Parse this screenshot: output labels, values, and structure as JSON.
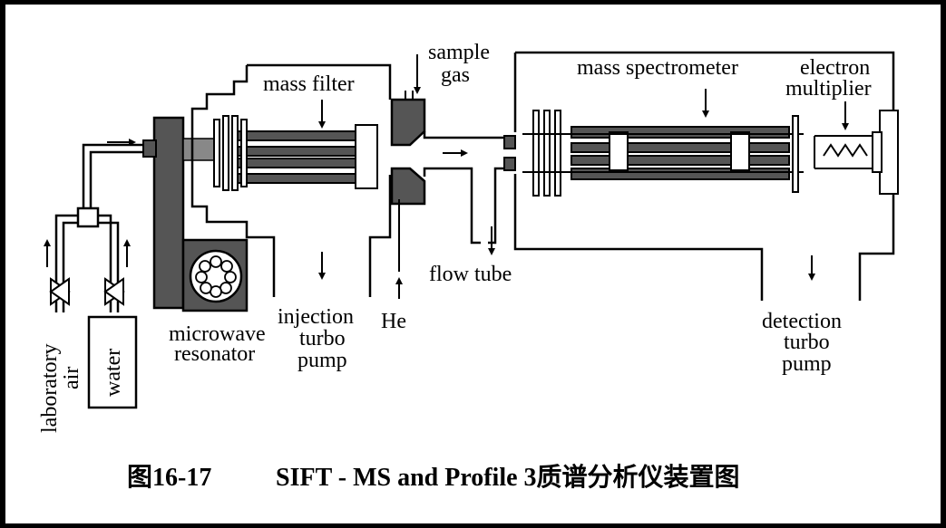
{
  "colors": {
    "border": "#000000",
    "background": "#ffffff",
    "fill_dark": "#555555",
    "line": "#000000"
  },
  "labels": {
    "mass_filter": "mass filter",
    "sample": "sample",
    "gas": "gas",
    "mass_spectrometer": "mass spectrometer",
    "electron": "electron",
    "multiplier": "multiplier",
    "flow_tube": "flow tube",
    "injection": "injection",
    "turbo_inj": "turbo",
    "pump_inj": "pump",
    "he": "He",
    "microwave": "microwave",
    "resonator": "resonator",
    "detection": "detection",
    "turbo_det": "turbo",
    "pump_det": "pump",
    "laboratory": "laboratory",
    "air": "air",
    "water": "water"
  },
  "caption": {
    "figure_number": "图16-17",
    "title": "SIFT - MS and Profile 3质谱分析仪装置图"
  }
}
